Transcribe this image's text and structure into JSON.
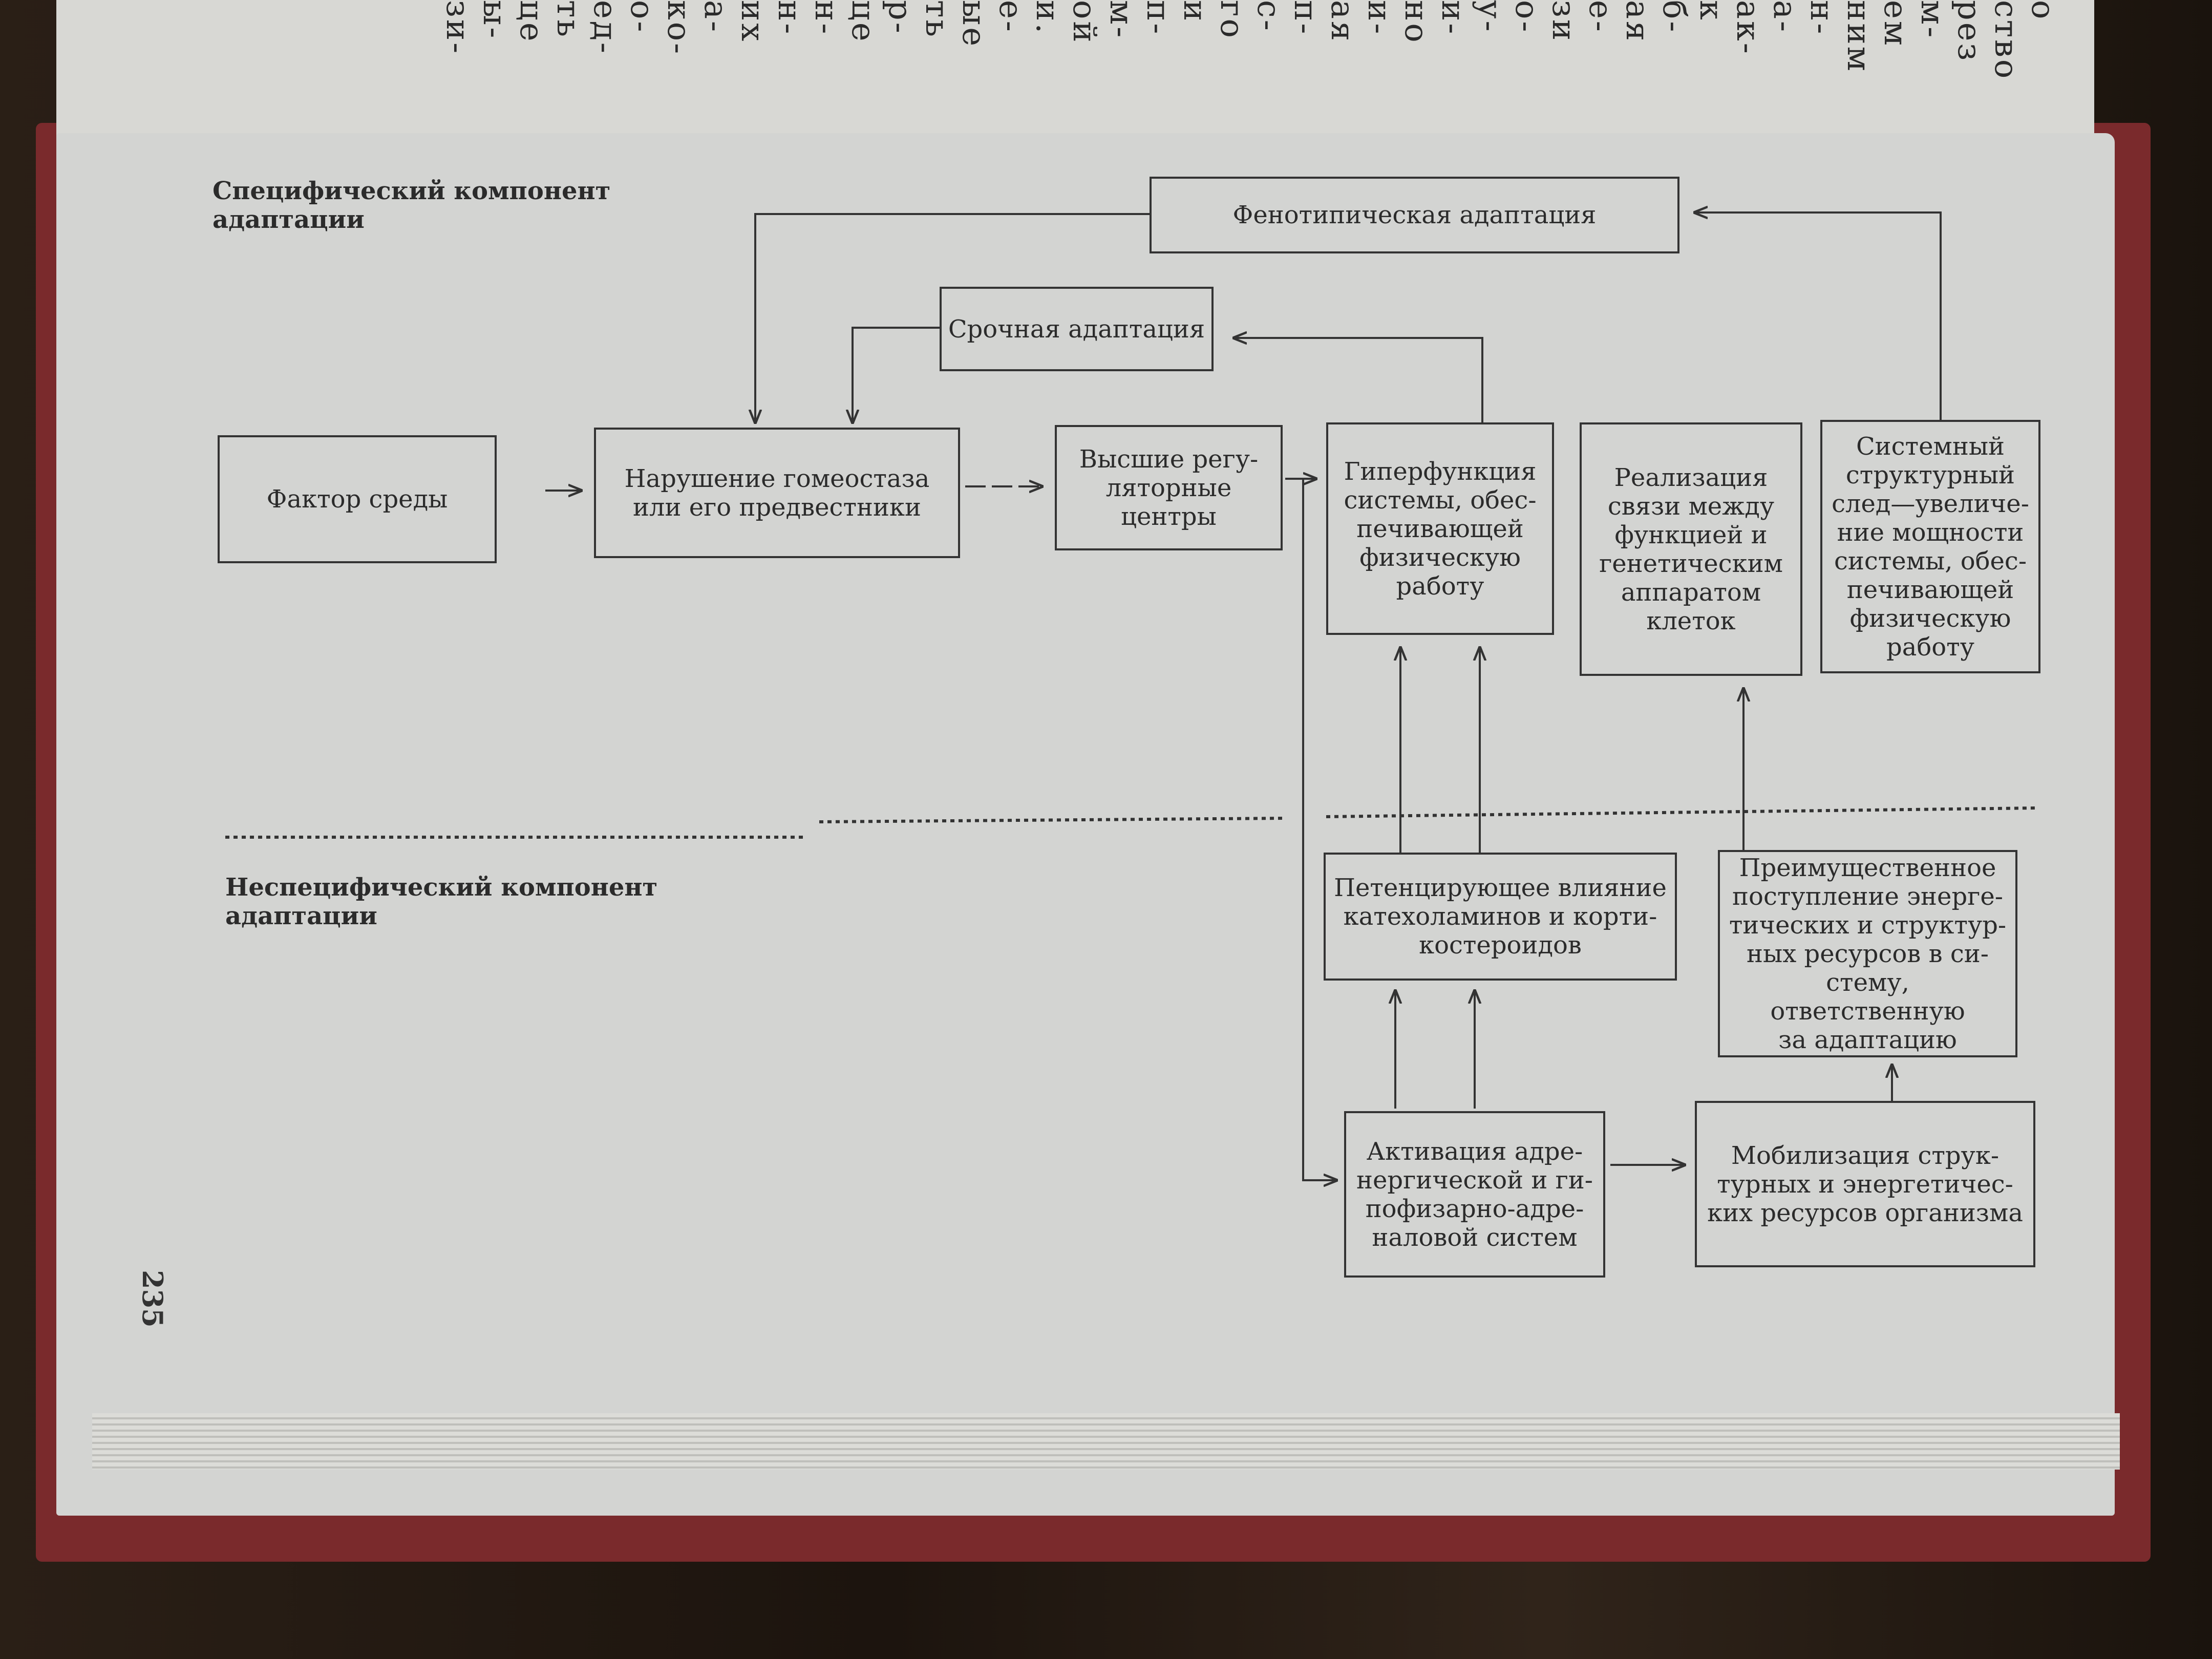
{
  "page": {
    "number": "235",
    "specific_label": "Специфический компонент\nадаптации",
    "nonspecific_label": "Неспецифический компонент\nадаптации"
  },
  "upper_page_fragments": [
    "о",
    "ство",
    "рез",
    "м-",
    "ем",
    "ним",
    "н-",
    "а-",
    "ак-",
    "к",
    "б-",
    "ая",
    "е-",
    "зи",
    "о-",
    "у-",
    "и-",
    "но",
    "и-",
    "ая",
    "п-",
    "с-",
    "го",
    "и",
    "п-",
    "м-",
    "ой",
    "и.",
    "е-",
    "ые",
    "ть",
    "р-",
    "це",
    "н-",
    "н-",
    "их",
    "а-",
    "ко-",
    "о-",
    "ед-",
    "ть",
    "це",
    "ы-",
    "зи-"
  ],
  "boxes": {
    "factor": "Фактор среды",
    "homeostasis": "Нарушение гомеостаза\nили его предвестники",
    "centers": "Высшие регу-\nляторные\nцентры",
    "urgent": "Срочная адаптация",
    "phenotypic": "Фенотипическая адаптация",
    "hyperfunction": "Гиперфункция\nсистемы, обес-\nпечивающей\nфизическую\nработу",
    "realization": "Реализация\nсвязи между\nфункцией и\nгенетическим\nаппаратом\nклеток",
    "trace": "Системный\nструктурный\nслед—увеличе-\nние мощности\nсистемы, обес-\nпечивающей\nфизическую\nработу",
    "potentiating": "Петенцирующее влияние\nкатехоламинов и корти-\nкостероидов",
    "preferential": "Преимущественное\nпоступление энерге-\nтических и структур-\nных ресурсов в си-\nстему, ответственную\nза адаптацию",
    "activation": "Активация адре-\nнергической и ги-\nпофизарно-адре-\nналовой систем",
    "mobilization": "Мобилизация струк-\nтурных и энергетичес-\nких ресурсов организма"
  },
  "colors": {
    "ink": "#333333",
    "paper": "#d3d4d2",
    "cover": "#7a2a2c"
  }
}
